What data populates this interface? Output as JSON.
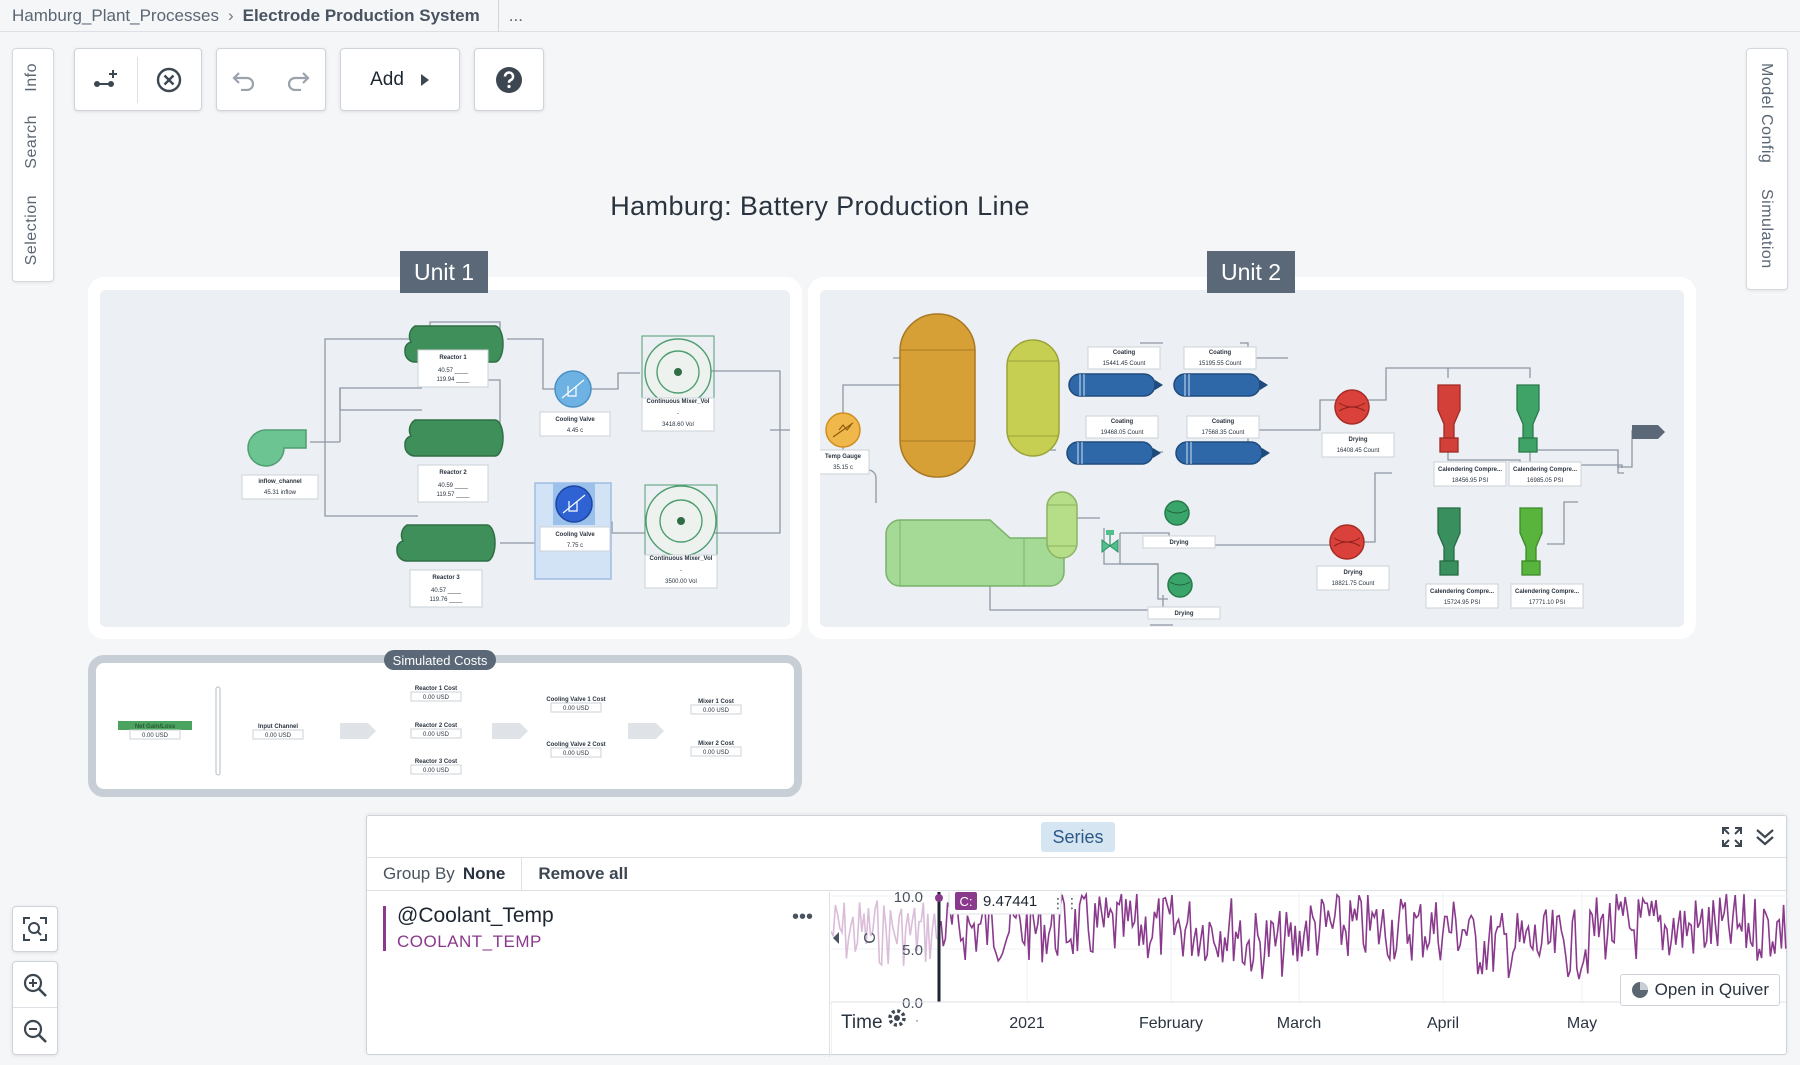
{
  "breadcrumb": {
    "root": "Hamburg_Plant_Processes",
    "current": "Electrode Production System",
    "more": "..."
  },
  "left_tabs": {
    "info": "Info",
    "search": "Search",
    "selection": "Selection"
  },
  "right_tabs": {
    "model_config": "Model Config",
    "simulation": "Simulation"
  },
  "toolbar": {
    "add_label": "Add"
  },
  "canvas": {
    "title": "Hamburg: Battery Production Line"
  },
  "unit1": {
    "label": "Unit 1",
    "inflow": {
      "name": "inflow_channel",
      "value": "45.31 inflow"
    },
    "reactor1": {
      "name": "Reactor 1",
      "v1": "40.57 ____",
      "v2": "119.94 ____"
    },
    "reactor2": {
      "name": "Reactor 2",
      "v1": "40.59 ____",
      "v2": "119.57 ____"
    },
    "reactor3": {
      "name": "Reactor 3",
      "v1": "40.57 ____",
      "v2": "119.76 ____"
    },
    "cooling_valve_1": {
      "name": "Cooling Valve",
      "value": "4.45 c"
    },
    "cooling_valve_2": {
      "name": "Cooling Valve",
      "value": "7.75 c"
    },
    "mixer1": {
      "name": "Continuous Mixer_Vol",
      "dash": "-",
      "value": "3418.60 Vol"
    },
    "mixer2": {
      "name": "Continuous Mixer_Vol",
      "dash": "-",
      "value": "3500.00 Vol"
    }
  },
  "unit2": {
    "label": "Unit 2",
    "temp_gauge": {
      "name": "Temp Gauge",
      "value": "35.15 c"
    },
    "coating_a": {
      "name": "Coating",
      "value": "15441.45 Count"
    },
    "coating_b": {
      "name": "Coating",
      "value": "15195.55 Count"
    },
    "coating_c": {
      "name": "Coating",
      "value": "19468.05 Count"
    },
    "coating_d": {
      "name": "Coating",
      "value": "17568.35 Count"
    },
    "drying_top": {
      "name": "Drying",
      "value": "16408.45 Count"
    },
    "drying_small_1": {
      "name": "Drying"
    },
    "drying_small_2": {
      "name": "Drying"
    },
    "drying_big2": {
      "name": "Drying",
      "value": "18821.75 Count"
    },
    "cal_1": {
      "name": "Calendering Compre...",
      "value": "18456.95 PSI"
    },
    "cal_2": {
      "name": "Calendering Compre...",
      "value": "16985.05 PSI"
    },
    "cal_3": {
      "name": "Calendering Compre...",
      "value": "15724.95 PSI"
    },
    "cal_4": {
      "name": "Calendering Compre...",
      "value": "17771.10 PSI"
    }
  },
  "costs": {
    "label": "Simulated Costs",
    "net": {
      "name": "Net Gain/Loss",
      "value": "0.00 USD"
    },
    "input": {
      "name": "Input Channel",
      "value": "0.00 USD"
    },
    "reactor1": {
      "name": "Reactor 1 Cost",
      "value": "0.00 USD"
    },
    "reactor2": {
      "name": "Reactor 2 Cost",
      "value": "0.00 USD"
    },
    "reactor3": {
      "name": "Reactor 3 Cost",
      "value": "0.00 USD"
    },
    "cv1": {
      "name": "Cooling Valve 1 Cost",
      "value": "0.00 USD"
    },
    "cv2": {
      "name": "Cooling Valve 2 Cost",
      "value": "0.00 USD"
    },
    "mixer1": {
      "name": "Mixer 1 Cost",
      "value": "0.00 USD"
    },
    "mixer2": {
      "name": "Mixer 2 Cost",
      "value": "0.00 USD"
    }
  },
  "series_panel": {
    "tab": "Series",
    "group_by_label": "Group By",
    "group_by_value": "None",
    "remove_all": "Remove all",
    "series": [
      {
        "name": "@Coolant_Temp",
        "id": "COOLANT_TEMP",
        "color": "#8a3a8c"
      }
    ],
    "y_axis_label": "C",
    "y_ticks": [
      "10.0",
      "5.0",
      "0.0"
    ],
    "x_axis_label": "Time",
    "x_ticks": [
      "2021",
      "February",
      "March",
      "April",
      "May"
    ],
    "cursor_badge": "C:",
    "cursor_value": "9.47441",
    "open_in_quiver": "Open in Quiver"
  }
}
